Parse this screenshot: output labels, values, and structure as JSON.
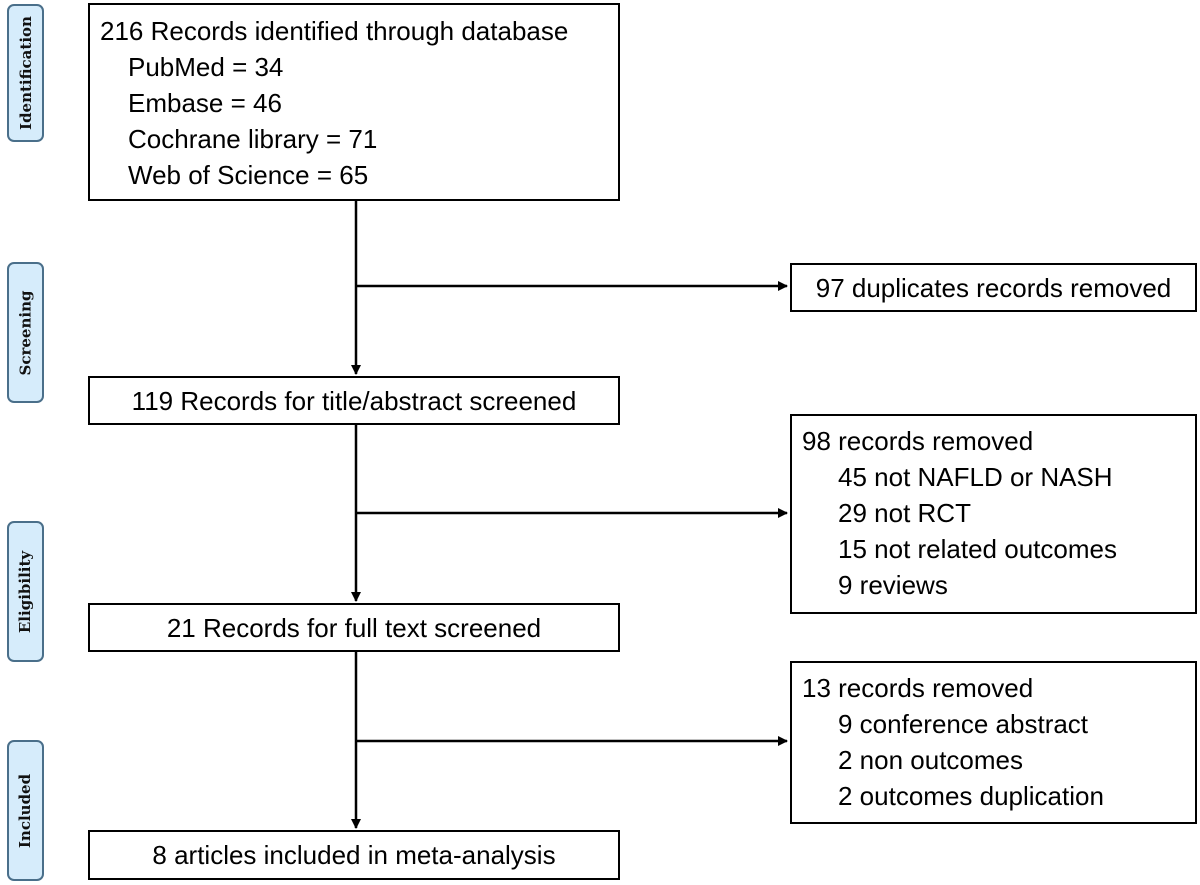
{
  "stages": {
    "identification": "Identification",
    "screening": "Screening",
    "eligibility": "Eligibility",
    "included": "Included"
  },
  "identification_box": {
    "title": "216 Records identified through database",
    "items": [
      "PubMed = 34",
      "Embase = 46",
      "Cochrane library = 71",
      "Web of Science = 65"
    ]
  },
  "duplicates_box": {
    "text": "97 duplicates records removed"
  },
  "screened_box": {
    "text": "119 Records for title/abstract screened"
  },
  "removed_box_1": {
    "title": "98 records removed",
    "items": [
      "45 not NAFLD or NASH",
      "29 not RCT",
      "15 not related outcomes",
      "9  reviews"
    ]
  },
  "fulltext_box": {
    "text": "21 Records for full text screened"
  },
  "removed_box_2": {
    "title": "13 records removed",
    "items": [
      "9 conference abstract",
      "2 non outcomes",
      "2 outcomes duplication"
    ]
  },
  "included_box": {
    "text": "8 articles included in meta-analysis"
  },
  "colors": {
    "stage_fill": "#d6ecfb",
    "stage_border": "#4a6f8a",
    "line": "#000000"
  }
}
